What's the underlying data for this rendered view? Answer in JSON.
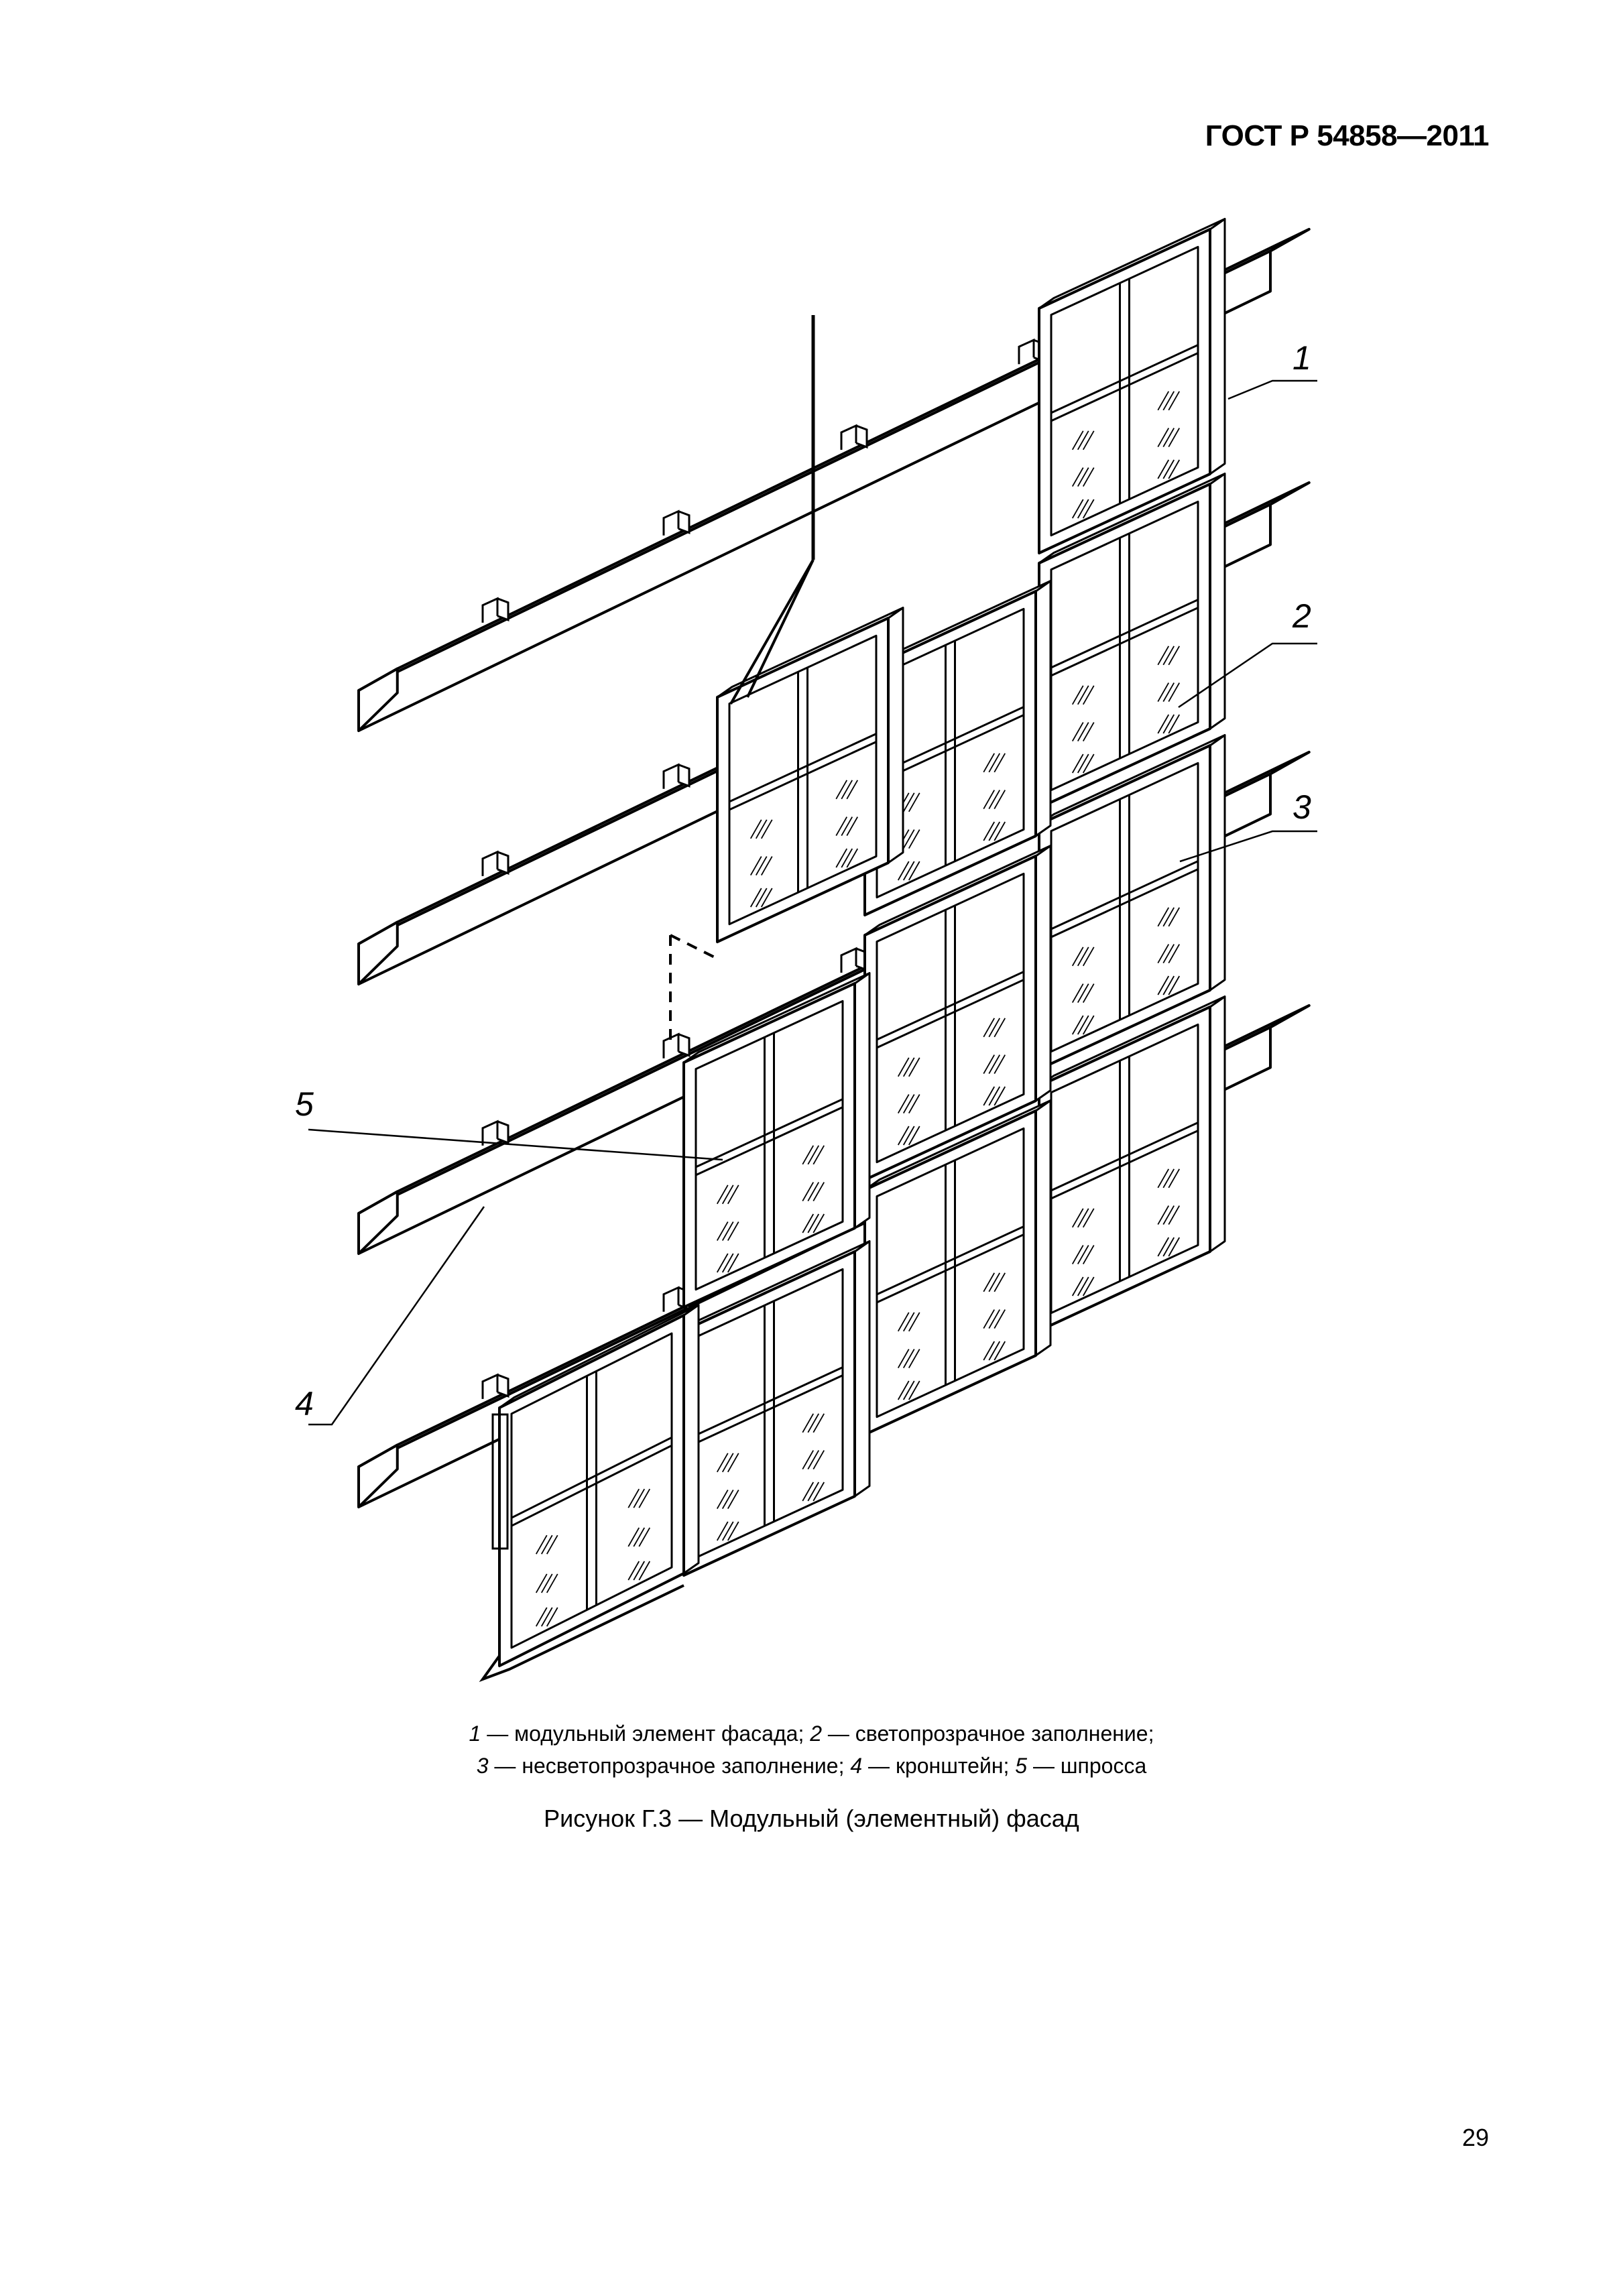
{
  "header": {
    "document_code": "ГОСТ Р 54858—2011"
  },
  "figure": {
    "callouts": [
      "1",
      "2",
      "3",
      "4",
      "5"
    ],
    "legend": {
      "line1": [
        {
          "num": "1",
          "text": " — модульный элемент фасада; "
        },
        {
          "num": "2",
          "text": " — светопрозрачное заполнение;"
        }
      ],
      "line2": [
        {
          "num": "3",
          "text": " — несветопрозрачное заполнение; "
        },
        {
          "num": "4",
          "text": " — кронштейн; "
        },
        {
          "num": "5",
          "text": " — шпросса"
        }
      ]
    },
    "caption": "Рисунок Г.3 — Модульный (элементный) фасад"
  },
  "footer": {
    "page_number": "29"
  }
}
